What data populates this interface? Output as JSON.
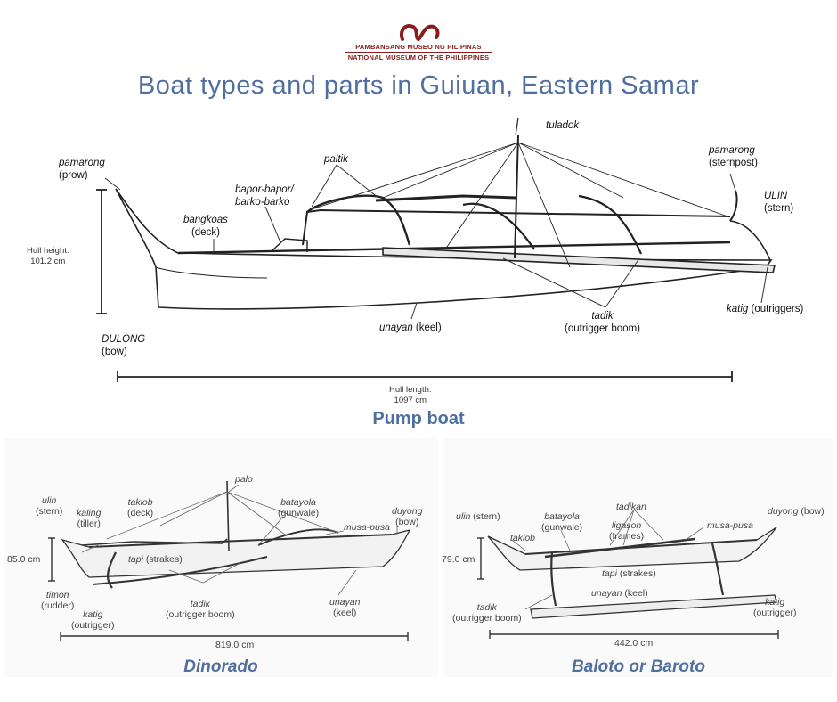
{
  "header": {
    "logo_line1": "PAMBANSANG MUSEO NG PILIPINAS",
    "logo_line2": "NATIONAL MUSEUM OF THE PHILIPPINES",
    "title": "Boat types and parts in Guiuan, Eastern Samar"
  },
  "pump_boat": {
    "caption": "Pump boat",
    "tuladok": "tuladok",
    "pamarong_prow": "pamarong",
    "prow": "(prow)",
    "pamarong_stern": "pamarong",
    "sternpost": "(sternpost)",
    "paltik": "paltik",
    "bapor1": "bapor-bapor/",
    "bapor2": "barko-barko",
    "bangkoas": "bangkoas",
    "deck": "(deck)",
    "ulin": "ULIN",
    "stern": "(stern)",
    "hull_height_label": "Hull height:",
    "hull_height_value": "101.2 cm",
    "katig": "katig",
    "outriggers": " (outriggers)",
    "tadik": "tadik",
    "outrigger_boom": "(outrigger boom)",
    "unayan": "unayan",
    "keel": " (keel)",
    "dulong": "DULONG",
    "bow": "(bow)",
    "hull_length_label": "Hull length:",
    "hull_length_value": "1097 cm"
  },
  "dinorado": {
    "caption": "Dinorado",
    "palo": "palo",
    "ulin": "ulin",
    "stern": "(stern)",
    "taklob": "taklob",
    "deck": "(deck)",
    "kaling": "kaling",
    "tiller": "(tiller)",
    "batayola": "batayola",
    "gunwale": "(gunwale)",
    "musapusa": "musa-pusa",
    "duyong": "duyong",
    "bow": "(bow)",
    "height": "85.0 cm",
    "tapi": "tapi",
    "strakes": " (strakes)",
    "timon": "timon",
    "rudder": "(rudder)",
    "katig": "katig",
    "outrigger": "(outrigger)",
    "tadik": "tadik",
    "outrigger_boom": "(outrigger boom)",
    "unayan": "unayan",
    "keel": "(keel)",
    "length": "819.0 cm"
  },
  "baloto": {
    "caption": "Baloto or Baroto",
    "ulin": "ulin",
    "stern": " (stern)",
    "batayola": "batayola",
    "gunwale": "(gunwale)",
    "tadikan": "tadikan",
    "ligason": "ligason",
    "frames": "(frames)",
    "duyong": "duyong",
    "bow": " (bow)",
    "taklob": "taklob",
    "musapusa": "musa-pusa",
    "height": "79.0 cm",
    "tapi": "tapi",
    "strakes": " (strakes)",
    "unayan": "unayan",
    "keel": " (keel)",
    "tadik": "tadik",
    "outrigger_boom": "(outrigger boom)",
    "katig": "katig",
    "outrigger": "(outrigger)",
    "length": "442.0 cm"
  },
  "colors": {
    "title": "#4f6fa0",
    "logo": "#8a1c1c"
  }
}
